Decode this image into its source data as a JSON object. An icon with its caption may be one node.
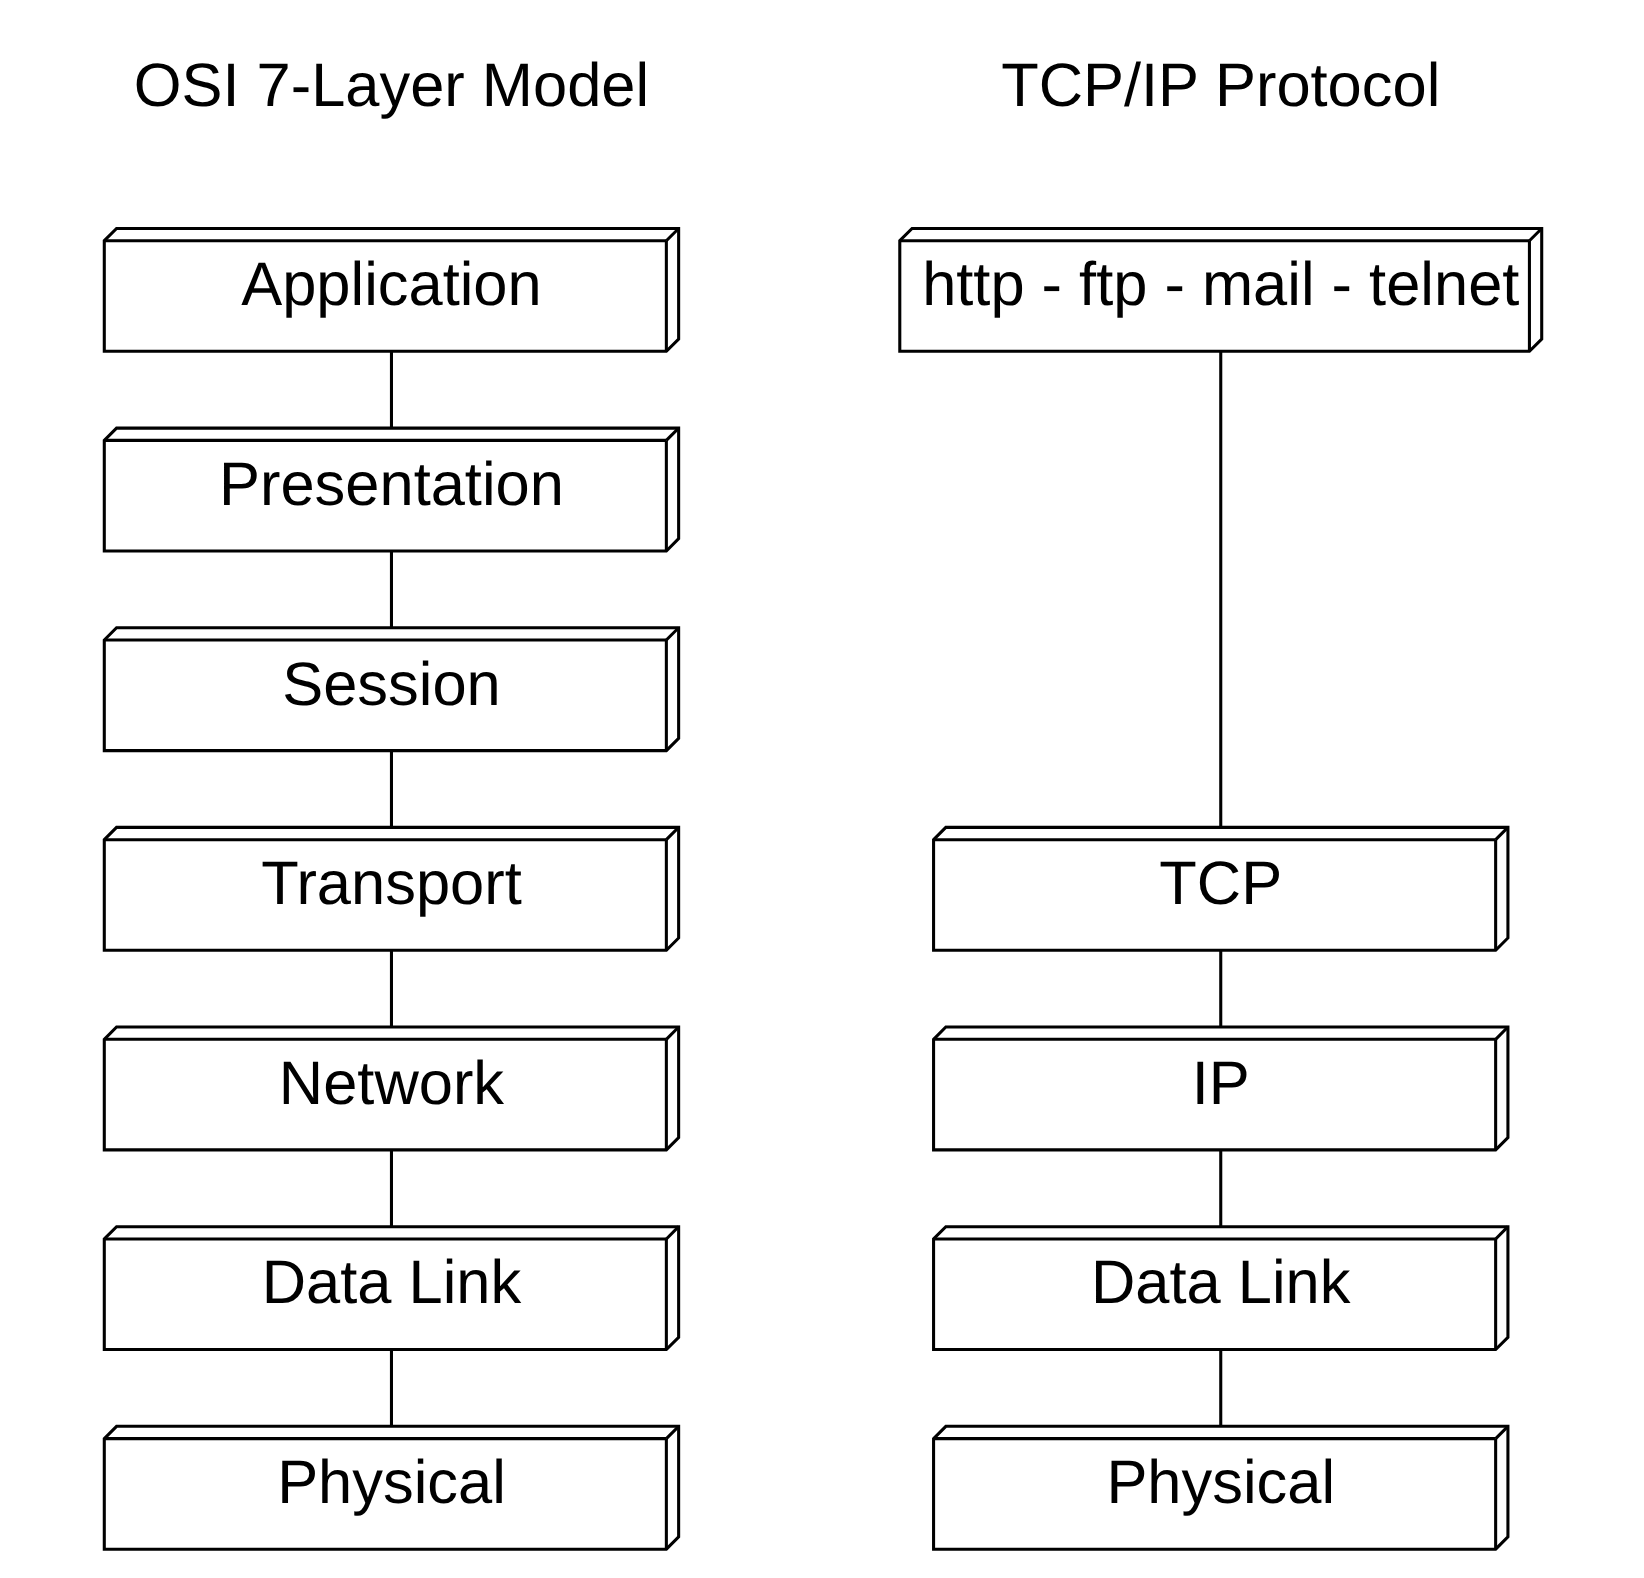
{
  "diagram": {
    "nodes": [
      {
        "text": [
          "Application"
        ]
      },
      {
        "text": [
          "Presentation"
        ]
      },
      {
        "text": [
          "Session"
        ]
      },
      {
        "text": [
          "Transport"
        ]
      },
      {
        "text": [
          "Network"
        ]
      },
      {
        "text": [
          "Data Link"
        ]
      },
      {
        "text": [
          "Physical"
        ]
      },
      {
        "text": [
          "http - ftp - mail - telnet"
        ]
      },
      {
        "text": [
          "TCP"
        ]
      },
      {
        "text": [
          "IP"
        ]
      },
      {
        "text": [
          "Data Link"
        ]
      },
      {
        "text": [
          "Physical"
        ]
      }
    ],
    "edges": [
      {
        "from": 0,
        "to": 1,
        "arrow": "none"
      },
      {
        "from": 1,
        "to": 2,
        "arrow": "none"
      },
      {
        "from": 2,
        "to": 3,
        "arrow": "none"
      },
      {
        "from": 3,
        "to": 4,
        "arrow": "none"
      },
      {
        "from": 4,
        "to": 5,
        "arrow": "none"
      },
      {
        "from": 5,
        "to": 6,
        "arrow": "none"
      },
      {
        "from": 7,
        "to": 8,
        "arrow": "none"
      },
      {
        "from": 8,
        "to": 9,
        "arrow": "none"
      },
      {
        "from": 9,
        "to": 10,
        "arrow": "none"
      },
      {
        "from": 10,
        "to": 11,
        "arrow": "none"
      }
    ],
    "labels": [
      "OSI 7-Layer Model",
      "TCP/IP Protocol"
    ]
  }
}
